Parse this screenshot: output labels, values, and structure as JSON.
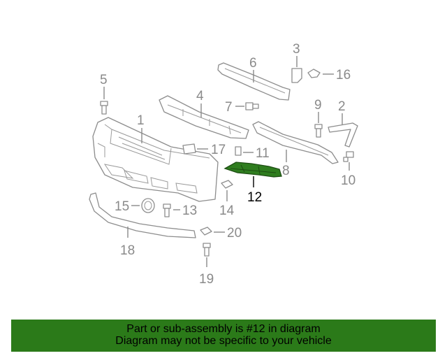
{
  "diagram": {
    "callouts": {
      "c1": "1",
      "c2": "2",
      "c3": "3",
      "c4": "4",
      "c5": "5",
      "c6": "6",
      "c7": "7",
      "c8": "8",
      "c9": "9",
      "c10": "10",
      "c11": "11",
      "c12": "12",
      "c13": "13",
      "c14": "14",
      "c15": "15",
      "c16": "16",
      "c17": "17",
      "c18": "18",
      "c19": "19",
      "c20": "20"
    },
    "highlighted_part": "12",
    "highlight_color": "#2f7d1f",
    "part_color": "#8d8d8d"
  },
  "banner": {
    "line1": "Part or sub-assembly is #12 in diagram",
    "line2": "Diagram may not be specific to your vehicle",
    "background": "#2b7a19"
  }
}
